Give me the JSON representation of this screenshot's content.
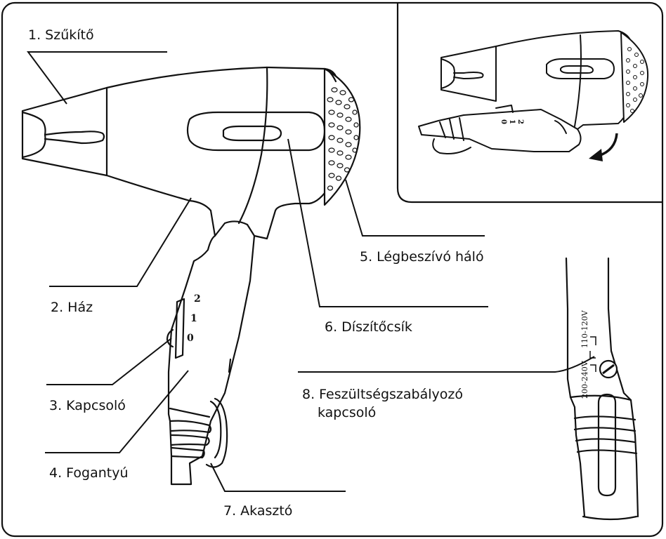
{
  "labels": {
    "nozzle": "1. Szűkítő",
    "housing": "2. Ház",
    "switch": "3. Kapcsoló",
    "handle": "4. Fogantyú",
    "air_intake_mesh": "5. Légbeszívó háló",
    "decorative_strip": "6. Díszítőcsík",
    "hanger": "7. Akasztó",
    "voltage_switch_line1": "8. Feszültségszabályozó",
    "voltage_switch_line2": "kapcsoló"
  },
  "switch_positions": [
    "2",
    "1",
    "0"
  ],
  "inset_switch_positions": [
    "2",
    "1",
    "0"
  ],
  "voltage_markings": {
    "high": "200-240V",
    "low": "110-120V"
  }
}
